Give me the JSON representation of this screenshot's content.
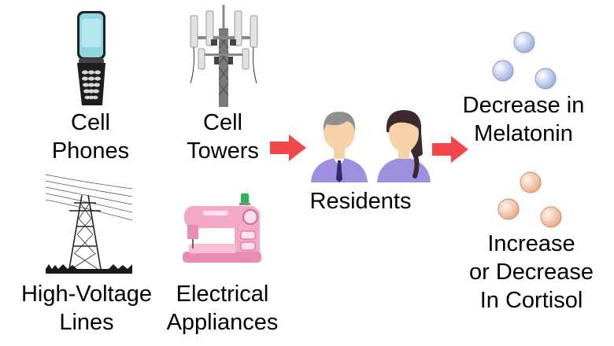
{
  "sources": {
    "cell_phones": {
      "line1": "Cell",
      "line2": "Phones"
    },
    "cell_towers": {
      "line1": "Cell",
      "line2": "Towers"
    },
    "power_lines": {
      "line1": "High-Voltage",
      "line2": "Lines"
    },
    "appliances": {
      "line1": "Electrical",
      "line2": "Appliances"
    }
  },
  "residents": {
    "label": "Residents"
  },
  "outcomes": {
    "melatonin": {
      "line1": "Decrease in",
      "line2": "Melatonin"
    },
    "cortisol": {
      "line1": "Increase",
      "line2": "or Decrease",
      "line3": "In Cortisol"
    }
  },
  "colors": {
    "arrow": "#f2474a",
    "melatonin_sphere": "#9fb3e0",
    "cortisol_sphere": "#eab08f",
    "phone_screen": "#8fd6e2",
    "machine_pink": "#f3a8c8",
    "shirt": "#9c90df",
    "skin": "#f7d2a9"
  }
}
